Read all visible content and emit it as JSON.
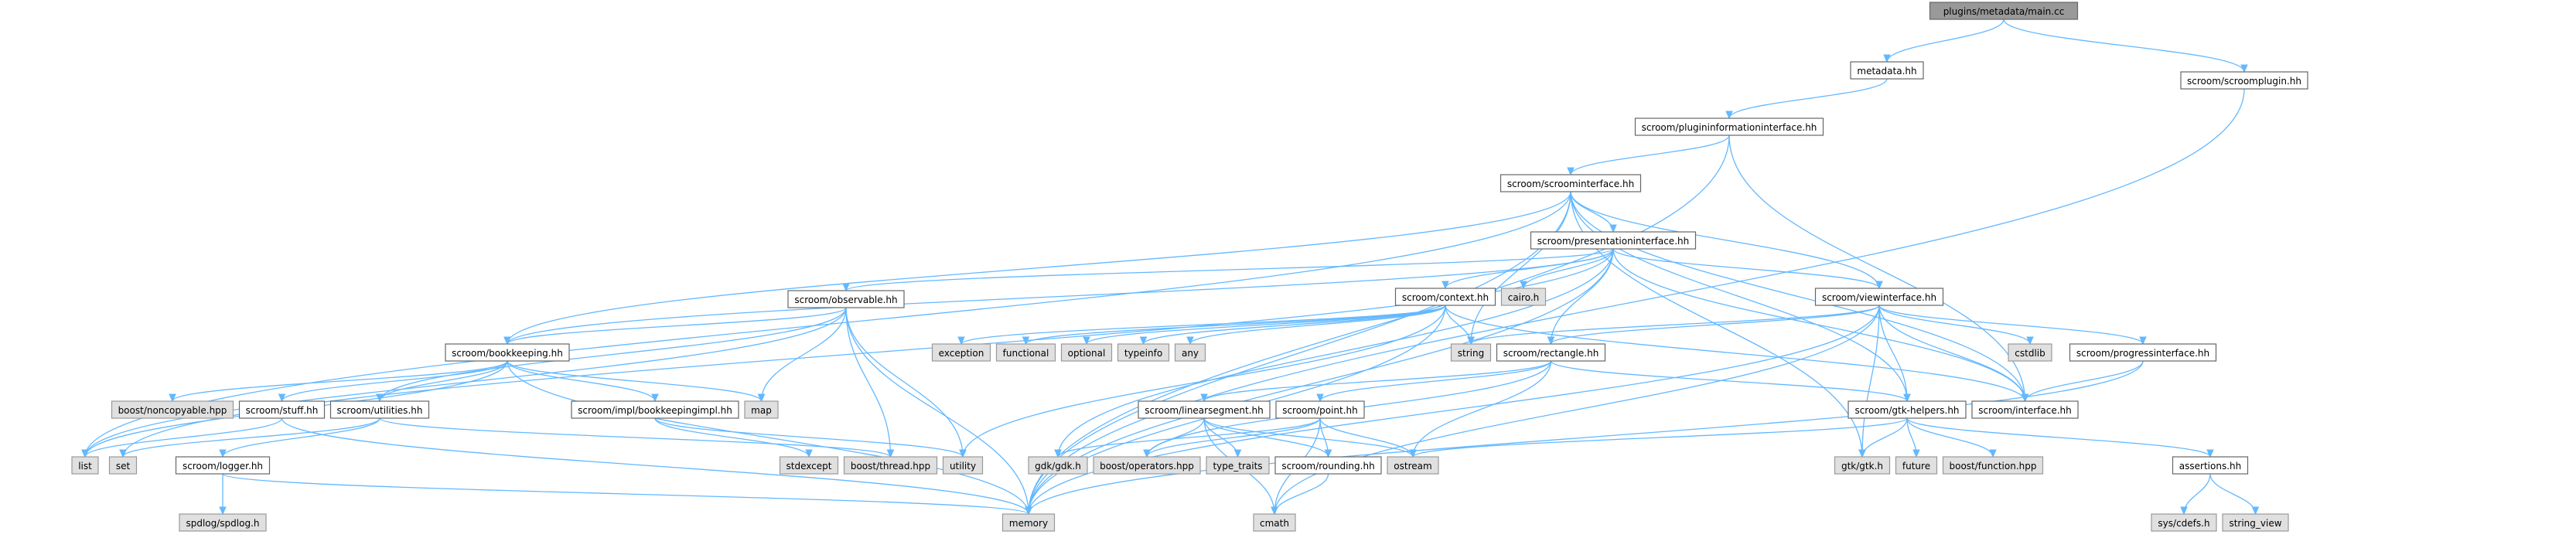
{
  "diagram": {
    "type": "include-dependency-graph",
    "colors": {
      "edge": "#63b8ff",
      "root_fill": "#999999",
      "local_fill": "#ffffff",
      "system_fill": "#e0e0e0",
      "border": "#666666"
    },
    "nodes": [
      {
        "id": "main",
        "label": "plugins/metadata/main.cc",
        "kind": "root"
      },
      {
        "id": "metadata",
        "label": "metadata.hh",
        "kind": "local"
      },
      {
        "id": "scroomplugin",
        "label": "scroom/scroomplugin.hh",
        "kind": "local"
      },
      {
        "id": "plugininfo",
        "label": "scroom/plugininformationinterface.hh",
        "kind": "local"
      },
      {
        "id": "scroominterface",
        "label": "scroom/scroominterface.hh",
        "kind": "local"
      },
      {
        "id": "presentation",
        "label": "scroom/presentationinterface.hh",
        "kind": "local"
      },
      {
        "id": "observable",
        "label": "scroom/observable.hh",
        "kind": "local"
      },
      {
        "id": "context",
        "label": "scroom/context.hh",
        "kind": "local"
      },
      {
        "id": "cairo",
        "label": "cairo.h",
        "kind": "system"
      },
      {
        "id": "viewinterface",
        "label": "scroom/viewinterface.hh",
        "kind": "local"
      },
      {
        "id": "bookkeeping",
        "label": "scroom/bookkeeping.hh",
        "kind": "local"
      },
      {
        "id": "exception",
        "label": "exception",
        "kind": "system"
      },
      {
        "id": "functional",
        "label": "functional",
        "kind": "system"
      },
      {
        "id": "optional",
        "label": "optional",
        "kind": "system"
      },
      {
        "id": "typeinfo",
        "label": "typeinfo",
        "kind": "system"
      },
      {
        "id": "any",
        "label": "any",
        "kind": "system"
      },
      {
        "id": "string",
        "label": "string",
        "kind": "system"
      },
      {
        "id": "rectangle",
        "label": "scroom/rectangle.hh",
        "kind": "local"
      },
      {
        "id": "cstdlib",
        "label": "cstdlib",
        "kind": "system"
      },
      {
        "id": "progress",
        "label": "scroom/progressinterface.hh",
        "kind": "local"
      },
      {
        "id": "interface",
        "label": "scroom/interface.hh",
        "kind": "local"
      },
      {
        "id": "noncopyable",
        "label": "boost/noncopyable.hpp",
        "kind": "system"
      },
      {
        "id": "stuff",
        "label": "scroom/stuff.hh",
        "kind": "local"
      },
      {
        "id": "utilities",
        "label": "scroom/utilities.hh",
        "kind": "local"
      },
      {
        "id": "bookkeepingimpl",
        "label": "scroom/impl/bookkeepingimpl.hh",
        "kind": "local"
      },
      {
        "id": "map",
        "label": "map",
        "kind": "system"
      },
      {
        "id": "linearsegment",
        "label": "scroom/linearsegment.hh",
        "kind": "local"
      },
      {
        "id": "point",
        "label": "scroom/point.hh",
        "kind": "local"
      },
      {
        "id": "gtkhelpers",
        "label": "scroom/gtk-helpers.hh",
        "kind": "local"
      },
      {
        "id": "list",
        "label": "list",
        "kind": "system"
      },
      {
        "id": "set",
        "label": "set",
        "kind": "system"
      },
      {
        "id": "logger",
        "label": "scroom/logger.hh",
        "kind": "local"
      },
      {
        "id": "stdexcept",
        "label": "stdexcept",
        "kind": "system"
      },
      {
        "id": "boostthread",
        "label": "boost/thread.hpp",
        "kind": "system"
      },
      {
        "id": "utility",
        "label": "utility",
        "kind": "system"
      },
      {
        "id": "gdk",
        "label": "gdk/gdk.h",
        "kind": "system"
      },
      {
        "id": "boostoperators",
        "label": "boost/operators.hpp",
        "kind": "system"
      },
      {
        "id": "typetraits",
        "label": "type_traits",
        "kind": "system"
      },
      {
        "id": "rounding",
        "label": "scroom/rounding.hh",
        "kind": "local"
      },
      {
        "id": "ostream",
        "label": "ostream",
        "kind": "system"
      },
      {
        "id": "gtk",
        "label": "gtk/gtk.h",
        "kind": "system"
      },
      {
        "id": "future",
        "label": "future",
        "kind": "system"
      },
      {
        "id": "boostfunction",
        "label": "boost/function.hpp",
        "kind": "system"
      },
      {
        "id": "assertions",
        "label": "assertions.hh",
        "kind": "local"
      },
      {
        "id": "spdlog",
        "label": "spdlog/spdlog.h",
        "kind": "system"
      },
      {
        "id": "memory",
        "label": "memory",
        "kind": "system"
      },
      {
        "id": "cmath",
        "label": "cmath",
        "kind": "system"
      },
      {
        "id": "cdefs",
        "label": "sys/cdefs.h",
        "kind": "system"
      },
      {
        "id": "stringview",
        "label": "string_view",
        "kind": "system"
      }
    ],
    "edges": [
      [
        "main",
        "metadata"
      ],
      [
        "main",
        "scroomplugin"
      ],
      [
        "metadata",
        "plugininfo"
      ],
      [
        "scroomplugin",
        "memory"
      ],
      [
        "plugininfo",
        "scroominterface"
      ],
      [
        "plugininfo",
        "interface"
      ],
      [
        "plugininfo",
        "memory"
      ],
      [
        "scroominterface",
        "presentation"
      ],
      [
        "scroominterface",
        "viewinterface"
      ],
      [
        "scroominterface",
        "bookkeeping"
      ],
      [
        "scroominterface",
        "string"
      ],
      [
        "scroominterface",
        "interface"
      ],
      [
        "scroominterface",
        "list"
      ],
      [
        "scroominterface",
        "memory"
      ],
      [
        "scroominterface",
        "gtk"
      ],
      [
        "scroominterface",
        "gtkhelpers"
      ],
      [
        "presentation",
        "observable"
      ],
      [
        "presentation",
        "context"
      ],
      [
        "presentation",
        "cairo"
      ],
      [
        "presentation",
        "viewinterface"
      ],
      [
        "presentation",
        "rectangle"
      ],
      [
        "presentation",
        "interface"
      ],
      [
        "presentation",
        "gdk"
      ],
      [
        "presentation",
        "memory"
      ],
      [
        "presentation",
        "set"
      ],
      [
        "presentation",
        "bookkeeping"
      ],
      [
        "observable",
        "bookkeeping"
      ],
      [
        "observable",
        "utilities"
      ],
      [
        "observable",
        "map"
      ],
      [
        "observable",
        "list"
      ],
      [
        "observable",
        "memory"
      ],
      [
        "observable",
        "boostthread"
      ],
      [
        "observable",
        "utility"
      ],
      [
        "context",
        "exception"
      ],
      [
        "context",
        "functional"
      ],
      [
        "context",
        "optional"
      ],
      [
        "context",
        "typeinfo"
      ],
      [
        "context",
        "any"
      ],
      [
        "context",
        "string"
      ],
      [
        "context",
        "interface"
      ],
      [
        "context",
        "memory"
      ],
      [
        "context",
        "utility"
      ],
      [
        "viewinterface",
        "string"
      ],
      [
        "viewinterface",
        "rectangle"
      ],
      [
        "viewinterface",
        "cstdlib"
      ],
      [
        "viewinterface",
        "progress"
      ],
      [
        "viewinterface",
        "interface"
      ],
      [
        "viewinterface",
        "gtk"
      ],
      [
        "viewinterface",
        "gtkhelpers"
      ],
      [
        "viewinterface",
        "memory"
      ],
      [
        "viewinterface",
        "cmath"
      ],
      [
        "bookkeeping",
        "noncopyable"
      ],
      [
        "bookkeeping",
        "stuff"
      ],
      [
        "bookkeeping",
        "utilities"
      ],
      [
        "bookkeeping",
        "bookkeepingimpl"
      ],
      [
        "bookkeeping",
        "map"
      ],
      [
        "bookkeeping",
        "list"
      ],
      [
        "bookkeeping",
        "memory"
      ],
      [
        "rectangle",
        "linearsegment"
      ],
      [
        "rectangle",
        "point"
      ],
      [
        "rectangle",
        "ostream"
      ],
      [
        "rectangle",
        "gtkhelpers"
      ],
      [
        "rectangle",
        "boostoperators"
      ],
      [
        "progress",
        "interface"
      ],
      [
        "progress",
        "memory"
      ],
      [
        "stuff",
        "list"
      ],
      [
        "stuff",
        "memory"
      ],
      [
        "utilities",
        "set"
      ],
      [
        "utilities",
        "logger"
      ],
      [
        "utilities",
        "boostthread"
      ],
      [
        "bookkeepingimpl",
        "stdexcept"
      ],
      [
        "bookkeepingimpl",
        "utility"
      ],
      [
        "linearsegment",
        "boostoperators"
      ],
      [
        "linearsegment",
        "typetraits"
      ],
      [
        "linearsegment",
        "rounding"
      ],
      [
        "linearsegment",
        "ostream"
      ],
      [
        "linearsegment",
        "cmath"
      ],
      [
        "point",
        "gdk"
      ],
      [
        "point",
        "boostoperators"
      ],
      [
        "point",
        "rounding"
      ],
      [
        "point",
        "ostream"
      ],
      [
        "point",
        "cmath"
      ],
      [
        "rounding",
        "cmath"
      ],
      [
        "gtkhelpers",
        "gtk"
      ],
      [
        "gtkhelpers",
        "future"
      ],
      [
        "gtkhelpers",
        "boostfunction"
      ],
      [
        "gtkhelpers",
        "assertions"
      ],
      [
        "gtkhelpers",
        "ostream"
      ],
      [
        "logger",
        "spdlog"
      ],
      [
        "logger",
        "memory"
      ],
      [
        "assertions",
        "cdefs"
      ],
      [
        "assertions",
        "stringview"
      ]
    ]
  }
}
